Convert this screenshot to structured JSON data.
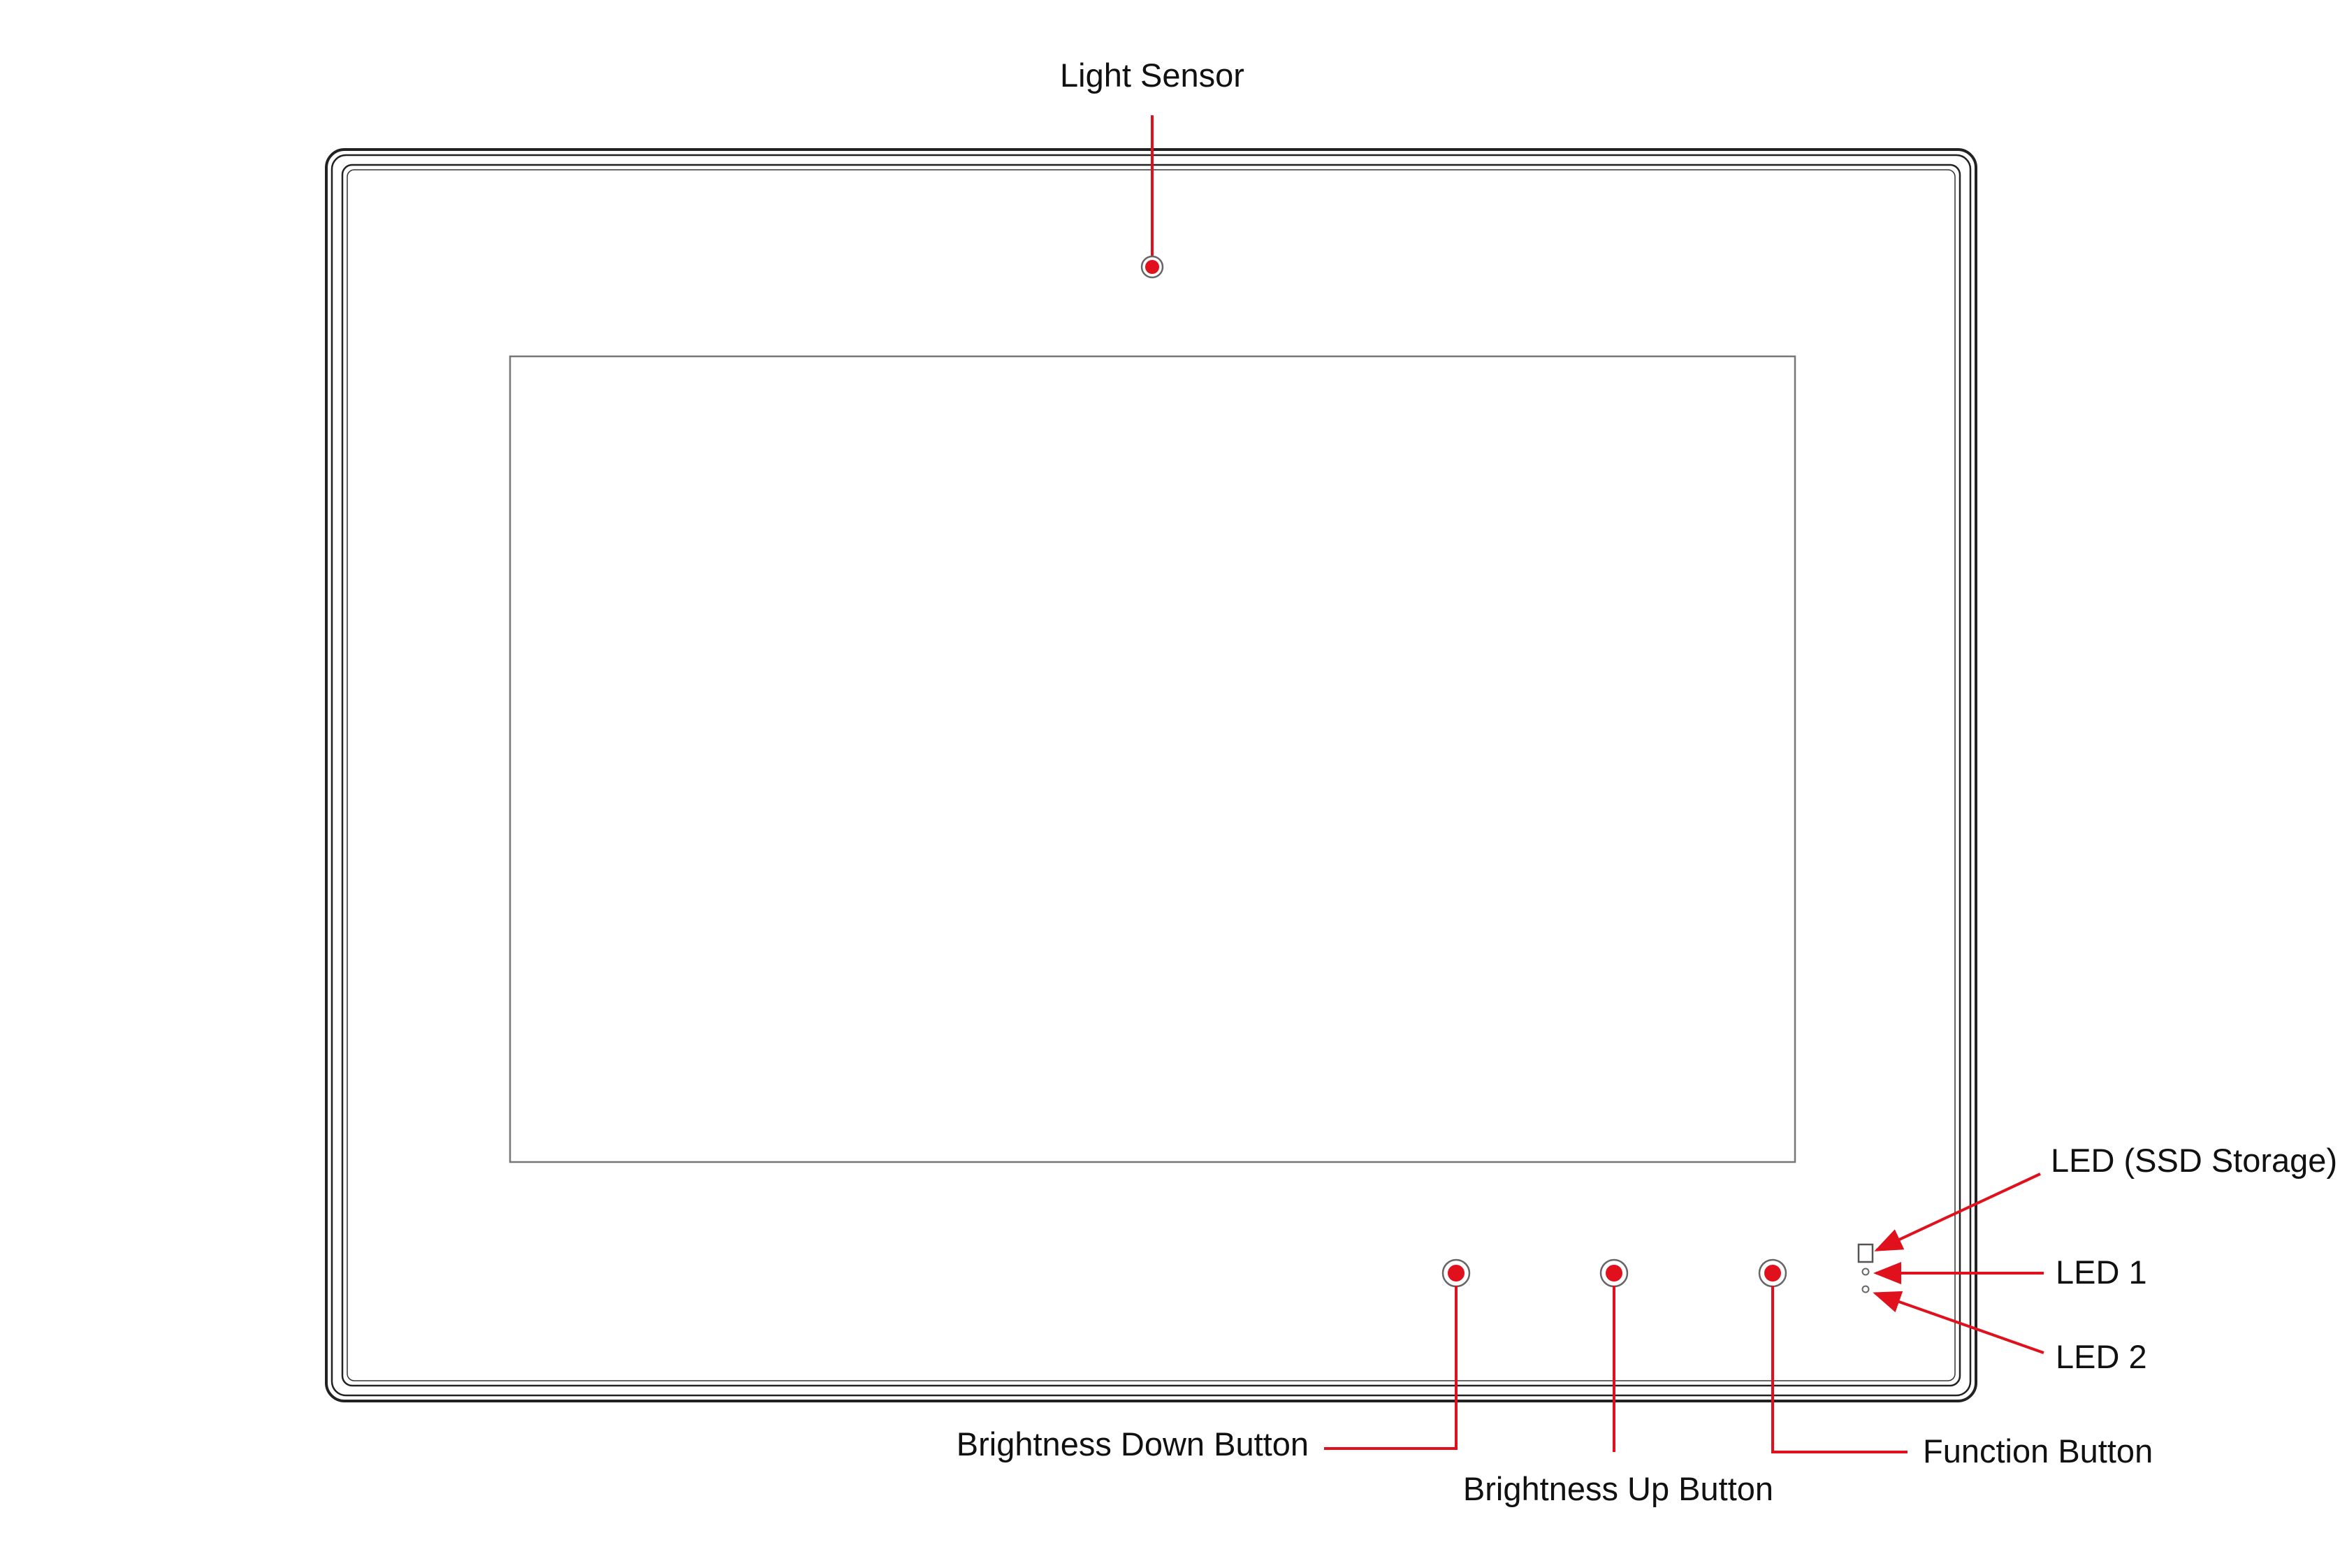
{
  "colors": {
    "callout": "#e0101c",
    "outline": "#222222",
    "screen_edge": "#777777",
    "label_text": "#111111"
  },
  "callouts": {
    "light_sensor": "Light Sensor",
    "led_ssd": "LED (SSD Storage)",
    "led_1": "LED 1",
    "led_2": "LED 2",
    "brightness_down": "Brightness Down Button",
    "brightness_up": "Brightness Up Button",
    "function": "Function Button"
  }
}
